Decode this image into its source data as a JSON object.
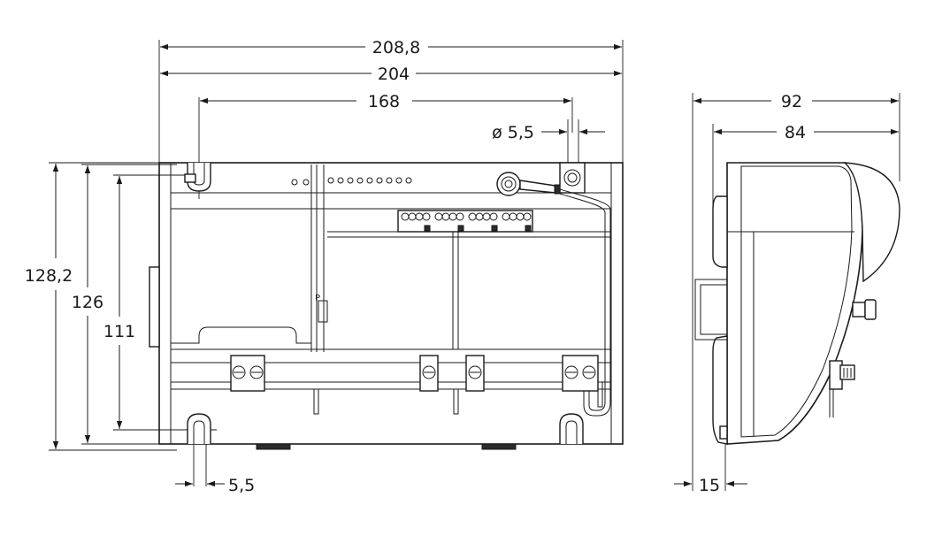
{
  "dimensions": {
    "front_width_outer": "208,8",
    "front_width_body": "204",
    "front_hole_spacing": "168",
    "mount_hole_diameter": "ø 5,5",
    "front_height_outer": "128,2",
    "front_height_body": "126",
    "front_hole_vertical": "111",
    "slot_width": "5,5",
    "side_depth_outer": "92",
    "side_depth_body": "84",
    "side_rail_offset": "15"
  },
  "part_labels": {
    "p_marker": "P"
  }
}
